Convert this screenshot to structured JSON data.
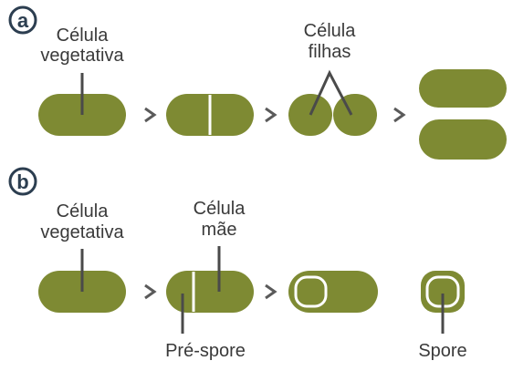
{
  "panels": {
    "a": {
      "letter": "a",
      "labels": {
        "vegetative_line1": "Célula",
        "vegetative_line2": "vegetativa",
        "daughters_line1": "Célula",
        "daughters_line2": "filhas"
      }
    },
    "b": {
      "letter": "b",
      "labels": {
        "vegetative_line1": "Célula",
        "vegetative_line2": "vegetativa",
        "mother_line1": "Célula",
        "mother_line2": "mãe",
        "prespore": "Pré-spore",
        "spore": "Spore"
      }
    }
  },
  "colors": {
    "cell_fill": "#7e8a33",
    "leader_line": "#4a4a4a",
    "arrow": "#5a5a5a",
    "panel_circle_border": "#2c3e50"
  }
}
